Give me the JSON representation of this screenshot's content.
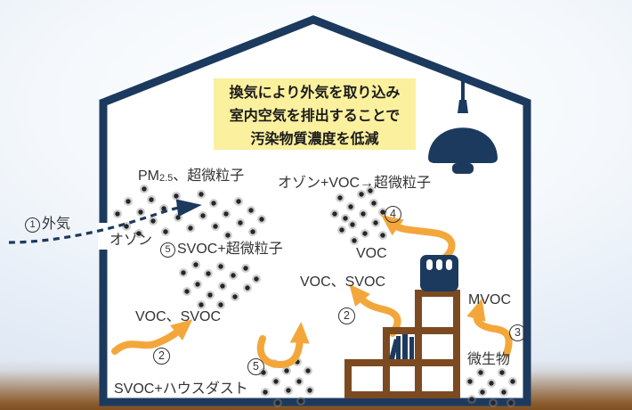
{
  "colors": {
    "house_navy": "#1c3a5e",
    "arrow_orange": "#f3a73b",
    "shelf_brown": "#7c4a21",
    "callout_bg": "#faf09e",
    "ground_brown": "#8a5a2a",
    "text_ink": "#333333"
  },
  "callout": {
    "line1": "換気により外気を取り込み",
    "line2": "室内空気を排出することで",
    "line3": "汚染物質濃度を低減"
  },
  "labels": {
    "outside_air": {
      "num": "1",
      "text": "外気"
    },
    "ozone": "オゾン",
    "pm": {
      "prefix": "PM",
      "sub": "2.5",
      "suffix": "、超微粒子"
    },
    "svoc_ultrafine": {
      "num": "5",
      "text": "SVOC+超微粒子"
    },
    "ozone_voc_ultrafine": "オゾン+VOC→超微粒子",
    "step4": "4",
    "voc": "VOC",
    "voc_svoc_center": "VOC、SVOC",
    "step2_center": "2",
    "mvoc": "MVOC",
    "step3": "3",
    "microbes": "微生物",
    "voc_svoc_left": "VOC、SVOC",
    "step2_left": "2",
    "step5_bottom": "5",
    "svoc_housedust": "SVOC+ハウスダスト"
  },
  "icons": [
    "house-outline-icon",
    "pendant-lamp-icon",
    "dashed-inflow-arrow-icon",
    "emission-arrow-icon",
    "particle-cluster-icon",
    "staircase-shelf-icon",
    "books-icon",
    "diffuser-device-icon"
  ]
}
